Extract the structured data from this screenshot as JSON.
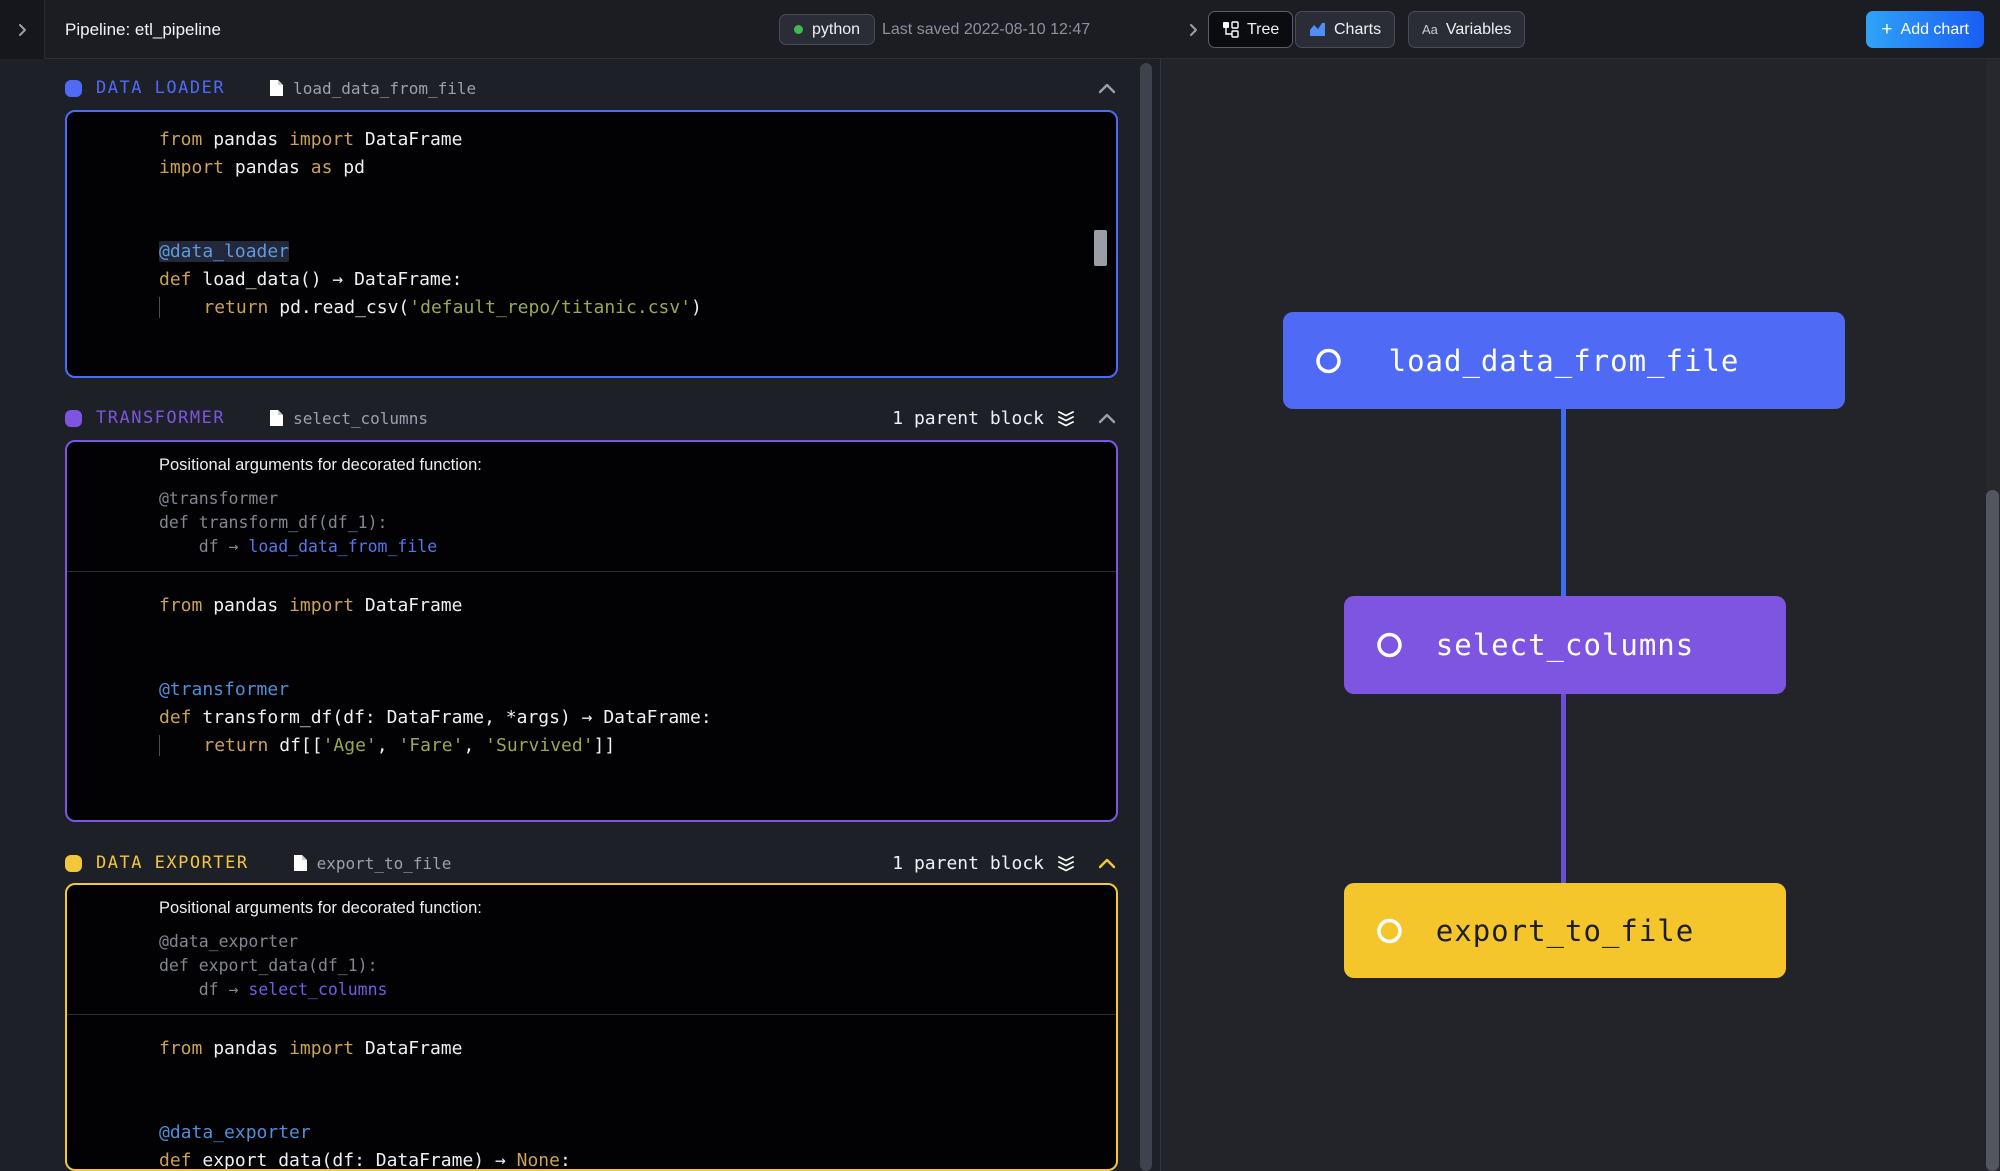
{
  "topbar": {
    "title": "Pipeline: etl_pipeline",
    "language": "python",
    "language_dot_color": "#3fb950",
    "last_saved": "Last saved 2022-08-10 12:47",
    "tabs": [
      {
        "label": "Tree"
      },
      {
        "label": "Charts"
      },
      {
        "label": "Variables"
      }
    ],
    "add_chart_label": "Add chart",
    "add_chart_plus": "+"
  },
  "blocks": [
    {
      "type": "DATA LOADER",
      "file": "load_data_from_file",
      "accent": "#4f6bf5",
      "code": [
        [
          [
            "kw",
            "from"
          ],
          [
            "txt",
            " pandas "
          ],
          [
            "kw",
            "import"
          ],
          [
            "txt",
            " DataFrame"
          ]
        ],
        [
          [
            "kw",
            "import"
          ],
          [
            "txt",
            " pandas "
          ],
          [
            "kw",
            "as"
          ],
          [
            "txt",
            " pd"
          ]
        ],
        [],
        [],
        [
          [
            "dechl",
            "@data_loader"
          ]
        ],
        [
          [
            "kw",
            "def"
          ],
          [
            "txt",
            " load_data() → DataFrame:"
          ]
        ],
        [
          [
            "gd",
            "    "
          ],
          [
            "kw",
            "return"
          ],
          [
            "txt",
            " pd.read_csv("
          ],
          [
            "str",
            "'default_repo/titanic.csv'"
          ],
          [
            "txt",
            ")"
          ]
        ]
      ]
    },
    {
      "type": "TRANSFORMER",
      "file": "select_columns",
      "accent": "#7d55e0",
      "parent_label": "1 parent block",
      "args_title": "Positional arguments for decorated function:",
      "args_code": [
        [
          [
            "mut",
            "@transformer"
          ]
        ],
        [
          [
            "mut",
            "def transform_df(df_1):"
          ]
        ],
        [
          [
            "mut",
            "    df → "
          ],
          [
            "lnkb",
            "load_data_from_file"
          ]
        ]
      ],
      "code": [
        [
          [
            "kw",
            "from"
          ],
          [
            "txt",
            " pandas "
          ],
          [
            "kw",
            "import"
          ],
          [
            "txt",
            " DataFrame"
          ]
        ],
        [],
        [],
        [
          [
            "dec",
            "@transformer"
          ]
        ],
        [
          [
            "kw",
            "def"
          ],
          [
            "txt",
            " transform_df(df: DataFrame, *args) → DataFrame:"
          ]
        ],
        [
          [
            "gd",
            "    "
          ],
          [
            "kw",
            "return"
          ],
          [
            "txt",
            " df[["
          ],
          [
            "str",
            "'Age'"
          ],
          [
            "txt",
            ", "
          ],
          [
            "str",
            "'Fare'"
          ],
          [
            "txt",
            ", "
          ],
          [
            "str",
            "'Survived'"
          ],
          [
            "txt",
            "]]"
          ]
        ]
      ]
    },
    {
      "type": "DATA EXPORTER",
      "file": "export_to_file",
      "accent": "#f3c73c",
      "parent_label": "1 parent block",
      "args_title": "Positional arguments for decorated function:",
      "args_code": [
        [
          [
            "mut",
            "@data_exporter"
          ]
        ],
        [
          [
            "mut",
            "def export_data(df_1):"
          ]
        ],
        [
          [
            "mut",
            "    df → "
          ],
          [
            "lnkp",
            "select_columns"
          ]
        ]
      ],
      "code": [
        [
          [
            "kw",
            "from"
          ],
          [
            "txt",
            " pandas "
          ],
          [
            "kw",
            "import"
          ],
          [
            "txt",
            " DataFrame"
          ]
        ],
        [],
        [],
        [
          [
            "dec",
            "@data_exporter"
          ]
        ],
        [
          [
            "kw",
            "def"
          ],
          [
            "txt",
            " export_data(df: DataFrame) → "
          ],
          [
            "kw",
            "None"
          ],
          [
            "txt",
            ":"
          ]
        ]
      ]
    }
  ],
  "tree": {
    "nodes": [
      {
        "label": "load_data_from_file",
        "bg": "#4f6bf5",
        "fg": "#ffffff"
      },
      {
        "label": "select_columns",
        "bg": "#7d55e0",
        "fg": "#ffffff"
      },
      {
        "label": "export_to_file",
        "bg": "#f5c62b",
        "fg": "#1c1e26"
      }
    ],
    "edges": [
      {
        "color": "#3f6cf0"
      },
      {
        "color": "#6a4fd4"
      }
    ]
  }
}
